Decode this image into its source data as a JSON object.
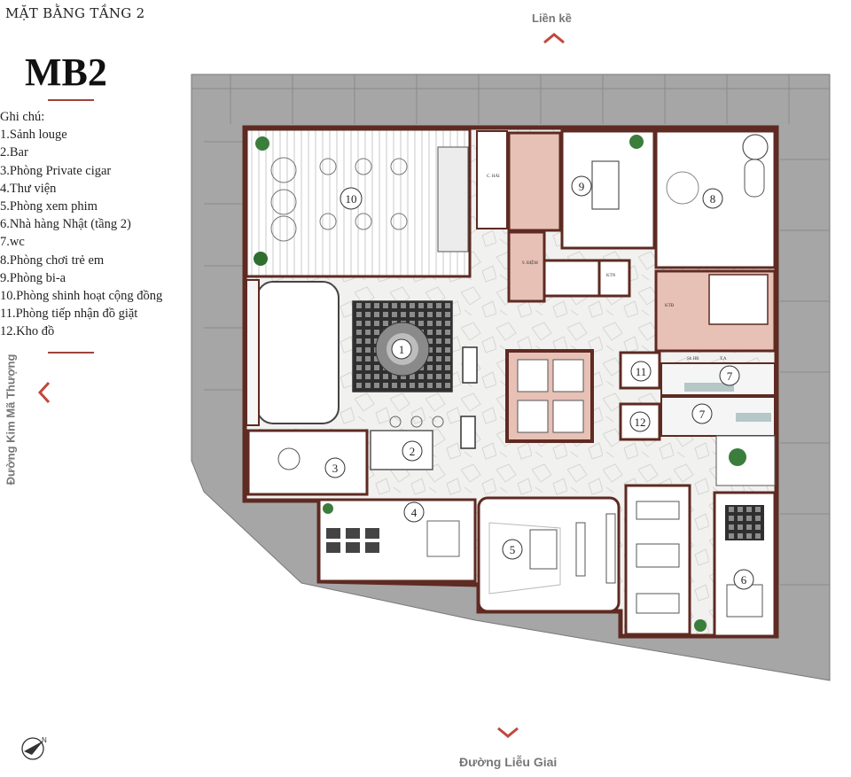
{
  "header": {
    "title": "MẶT BẰNG TẦNG 2",
    "plan_code": "MB2"
  },
  "legend": {
    "heading": "Ghi chú:",
    "items": [
      "1.Sảnh louge",
      "2.Bar",
      "3.Phòng Private cigar",
      "4.Thư viện",
      "5.Phòng xem phim",
      "6.Nhà hàng Nhật (tầng 2)",
      "7.wc",
      "8.Phòng chơi trẻ em",
      "9.Phòng bi-a",
      "10.Phòng shinh hoạt cộng đồng",
      "11.Phòng tiếp nhận đồ giặt",
      "12.Kho đồ"
    ]
  },
  "directions": {
    "top": "Liền kề",
    "left": "Đường Kim Mã Thượng",
    "bottom": "Đường Liễu Giai"
  },
  "rooms": [
    "1",
    "2",
    "3",
    "4",
    "5",
    "6",
    "7",
    "7",
    "8",
    "9",
    "10",
    "11",
    "12"
  ],
  "small_labels": {
    "a": "C. HẢI",
    "b": "9. ĐIỆM",
    "c": "KTN",
    "d": "KTĐ",
    "e": "Sh HR",
    "f": "T.A"
  },
  "colors": {
    "wall": "#5e2a22",
    "core": "#e7c1b6",
    "ground": "#a6a6a6",
    "accent": "#c0483e"
  },
  "icons": {
    "north": "north-arrow-icon",
    "chevron_up": "chevron-up-icon",
    "chevron_left": "chevron-left-icon",
    "chevron_down": "chevron-down-icon"
  }
}
